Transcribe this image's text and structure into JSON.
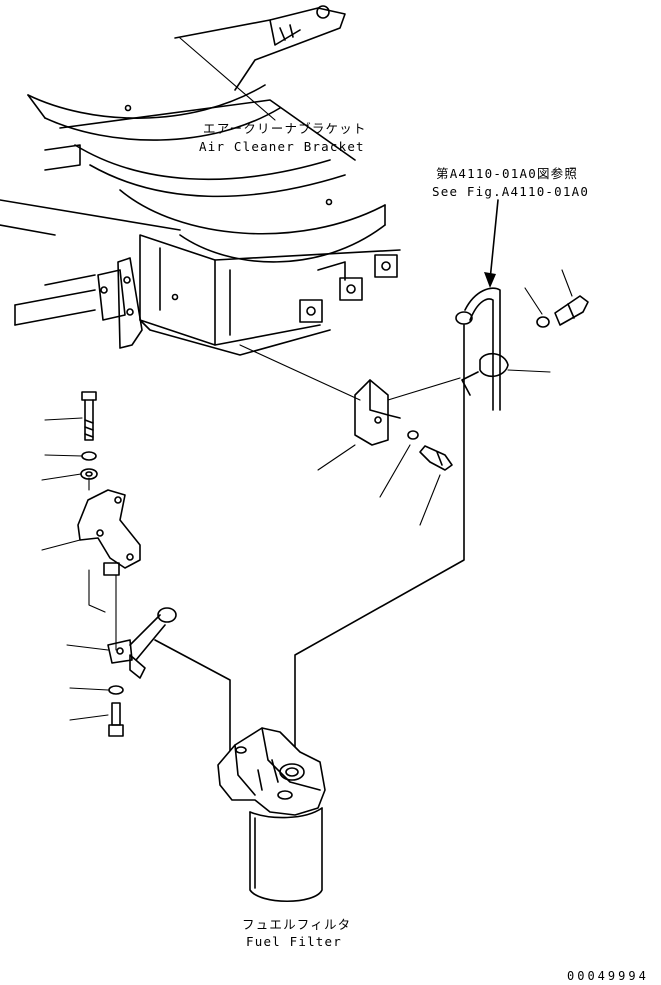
{
  "labels": {
    "air_cleaner_bracket_jp": "エアークリーナブラケット",
    "air_cleaner_bracket_en": "Air Cleaner Bracket",
    "see_fig_jp": "第A4110-01A0図参照",
    "see_fig_en": "See Fig.A4110-01A0",
    "fuel_filter_jp": "フュエルフィルタ",
    "fuel_filter_en": "Fuel Filter",
    "drawing_number": "00049994"
  }
}
